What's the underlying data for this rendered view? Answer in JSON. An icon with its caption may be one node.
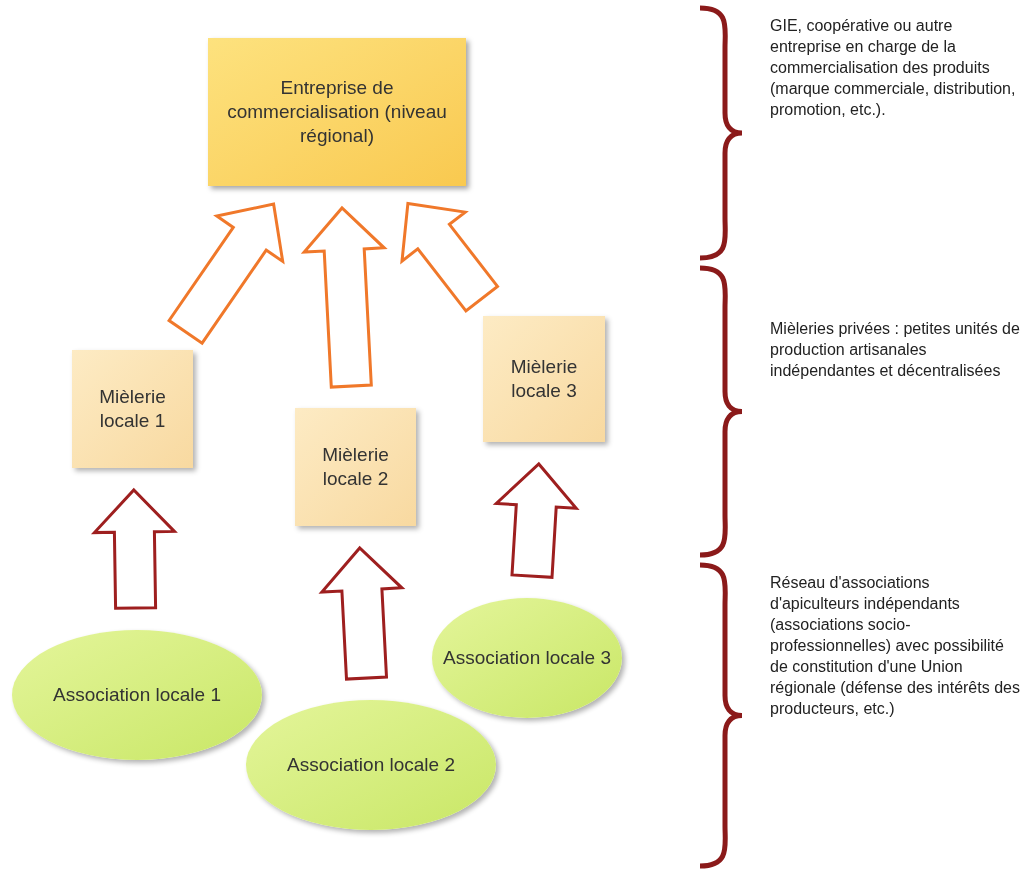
{
  "diagram": {
    "nodes": [
      {
        "text": [
          "Entreprise de commercialisation (niveau régional)"
        ]
      },
      {
        "text": [
          "Mièlerie locale 1"
        ]
      },
      {
        "text": [
          "Mièlerie locale 2"
        ]
      },
      {
        "text": [
          "Mièlerie locale 3"
        ]
      },
      {
        "text": [
          "Association locale 1"
        ]
      },
      {
        "text": [
          "Association locale 2"
        ]
      },
      {
        "text": [
          "Association locale 3"
        ]
      }
    ],
    "edges": [
      {
        "from": 4,
        "to": 1,
        "arrow": "to",
        "color": "#9e1f1f"
      },
      {
        "from": 5,
        "to": 2,
        "arrow": "to",
        "color": "#9e1f1f"
      },
      {
        "from": 6,
        "to": 3,
        "arrow": "to",
        "color": "#9e1f1f"
      },
      {
        "from": 1,
        "to": 0,
        "arrow": "to",
        "color": "#f0782a"
      },
      {
        "from": 2,
        "to": 0,
        "arrow": "to",
        "color": "#f0782a"
      },
      {
        "from": 3,
        "to": 0,
        "arrow": "to",
        "color": "#f0782a"
      }
    ],
    "labels": [
      "GIE, coopérative ou autre entreprise en charge de la commercialisation des produits (marque commerciale, distribution, promotion, etc.).",
      "Mièleries privées : petites unités de production artisanales indépendantes et décentralisées",
      "Réseau d'associations d'apiculteurs indépendants (associations socio-professionnelles) avec possibilité de constitution d'une Union régionale (défense des intérêts des producteurs, etc.)"
    ]
  }
}
